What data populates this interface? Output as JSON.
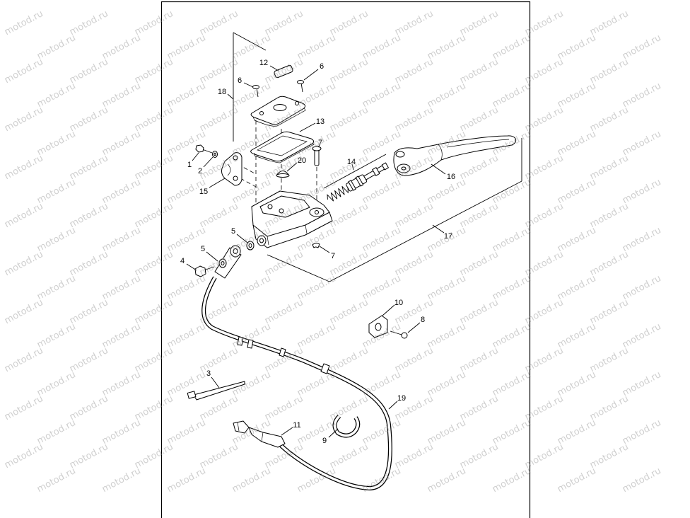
{
  "watermark": "motod.ru",
  "callouts": [
    "12",
    "6",
    "6",
    "18",
    "13",
    "7",
    "20",
    "14",
    "1",
    "2",
    "15",
    "16",
    "17",
    "5",
    "5",
    "7",
    "4",
    "10",
    "8",
    "3",
    "19",
    "11",
    "9"
  ]
}
